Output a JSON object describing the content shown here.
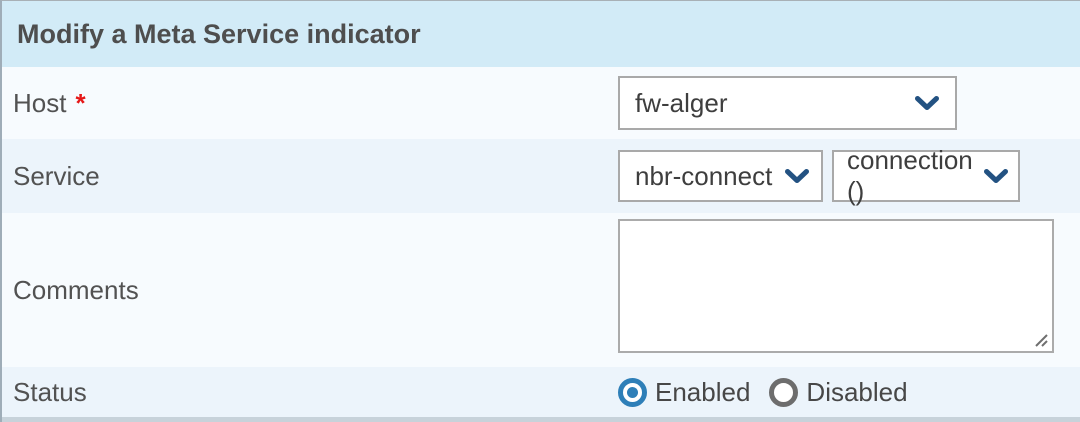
{
  "panel": {
    "title": "Modify a Meta Service indicator"
  },
  "fields": {
    "host": {
      "label": "Host",
      "required_marker": "*",
      "select": {
        "value": "fw-alger"
      }
    },
    "service": {
      "label": "Service",
      "service_select": {
        "value": "nbr-connect"
      },
      "metric_select": {
        "value": "connection ()"
      }
    },
    "comments": {
      "label": "Comments",
      "value": ""
    },
    "status": {
      "label": "Status",
      "options": [
        {
          "label": "Enabled",
          "selected": true
        },
        {
          "label": "Disabled",
          "selected": false
        }
      ]
    }
  },
  "icons": {
    "chevron_down": "chevron-down-icon",
    "resize_handle": "resize-handle-icon"
  },
  "colors": {
    "header_bg": "#d2ebf7",
    "row_light_bg": "#f7fbfe",
    "row_blue_bg": "#ecf4fb",
    "required_red": "#e61717",
    "radio_selected_blue": "#2e7fb8",
    "chevron_blue": "#235282",
    "field_border_gray": "#a9a9a9",
    "bottom_strip": "#c7d2da"
  }
}
